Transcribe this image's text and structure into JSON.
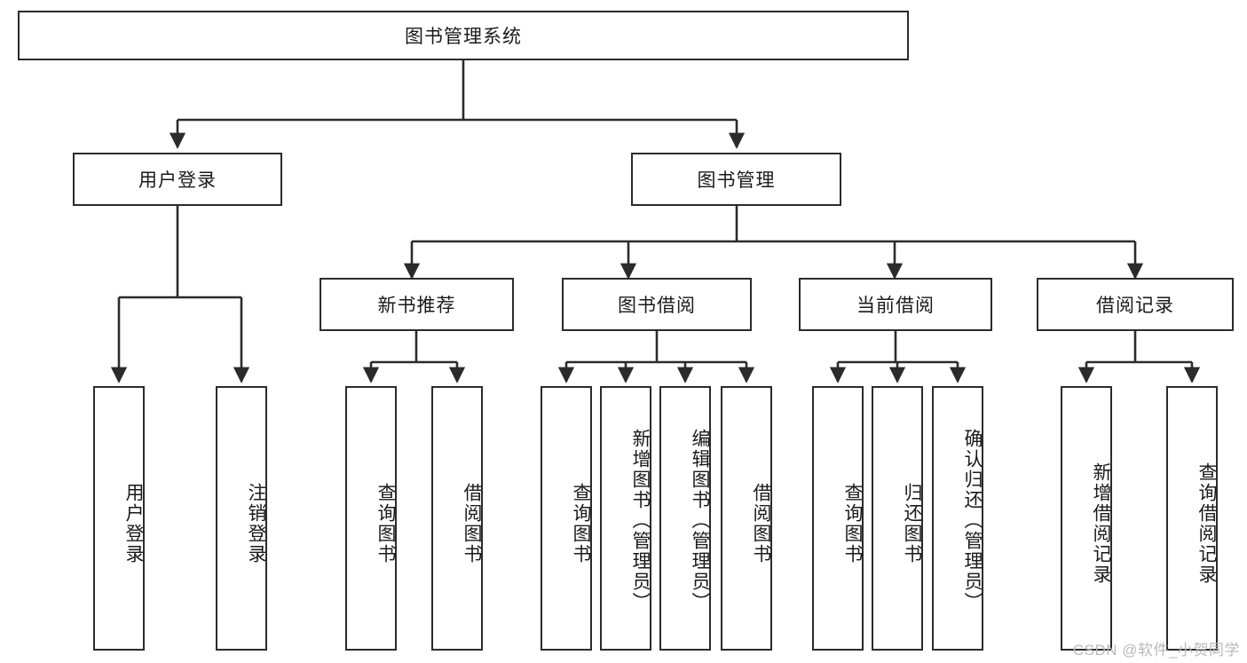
{
  "diagram": {
    "type": "tree-hierarchy",
    "title": "图书管理系统",
    "orientation": "top-down",
    "watermark": "CSDN @软件_小贺同学",
    "colors": {
      "stroke": "#2b2b2b",
      "fill": "#ffffff",
      "text": "#1a1a1a",
      "watermark": "#b9b9b9"
    },
    "nodes": {
      "root": {
        "label": "图书管理系统",
        "level": 0
      },
      "l1": [
        {
          "id": "user-login",
          "label": "用户登录",
          "level": 1
        },
        {
          "id": "book-manage",
          "label": "图书管理",
          "level": 1
        }
      ],
      "l2": [
        {
          "id": "new-book-rec",
          "label": "新书推荐",
          "level": 2,
          "parent": "book-manage"
        },
        {
          "id": "book-borrow",
          "label": "图书借阅",
          "level": 2,
          "parent": "book-manage"
        },
        {
          "id": "current-borrow",
          "label": "当前借阅",
          "level": 2,
          "parent": "book-manage"
        },
        {
          "id": "borrow-record",
          "label": "借阅记录",
          "level": 2,
          "parent": "book-manage"
        }
      ],
      "leaves": [
        {
          "id": "leaf-user-login",
          "label": "用户登录",
          "parent": "user-login"
        },
        {
          "id": "leaf-user-logout",
          "label": "注销登录",
          "parent": "user-login"
        },
        {
          "id": "leaf-rec-query-book",
          "label": "查询图书",
          "parent": "new-book-rec"
        },
        {
          "id": "leaf-rec-borrow-book",
          "label": "借阅图书",
          "parent": "new-book-rec"
        },
        {
          "id": "leaf-borrow-query-book",
          "label": "查询图书",
          "parent": "book-borrow"
        },
        {
          "id": "leaf-borrow-add-book",
          "label": "新增图书（管理员）",
          "parent": "book-borrow"
        },
        {
          "id": "leaf-borrow-edit-book",
          "label": "编辑图书（管理员）",
          "parent": "book-borrow"
        },
        {
          "id": "leaf-borrow-borrow-book",
          "label": "借阅图书",
          "parent": "book-borrow"
        },
        {
          "id": "leaf-cur-query-book",
          "label": "查询图书",
          "parent": "current-borrow"
        },
        {
          "id": "leaf-cur-return-book",
          "label": "归还图书",
          "parent": "current-borrow"
        },
        {
          "id": "leaf-cur-confirm-return",
          "label": "确认归还（管理员）",
          "parent": "current-borrow"
        },
        {
          "id": "leaf-rec-add-record",
          "label": "新增借阅记录",
          "parent": "borrow-record"
        },
        {
          "id": "leaf-rec-query-record",
          "label": "查询借阅记录",
          "parent": "borrow-record"
        }
      ]
    }
  }
}
